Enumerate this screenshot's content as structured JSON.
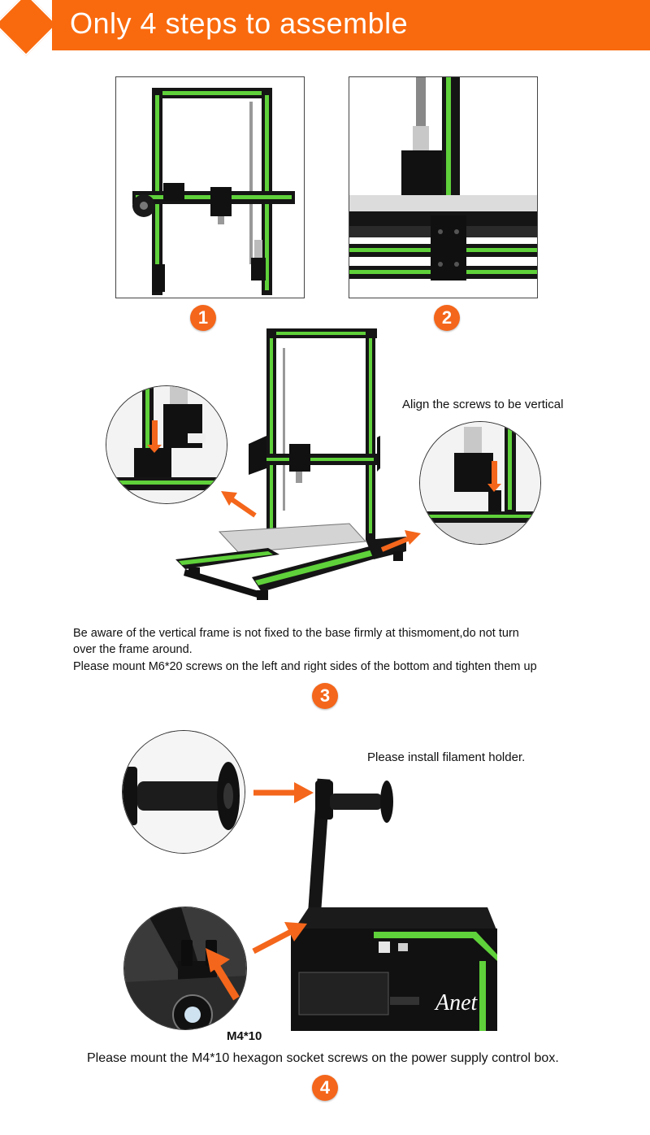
{
  "header": {
    "title": "Only 4 steps to assemble"
  },
  "steps": {
    "s1": {
      "badge": "1"
    },
    "s2": {
      "badge": "2"
    },
    "s3": {
      "badge": "3",
      "callout": "Align the screws to be vertical",
      "line1": "Be aware of the vertical frame is not fixed to the base firmly at thismoment,do not turn",
      "line2": "over the frame around.",
      "line3": "Please mount M6*20 screws on the left and right sides of the bottom and tighten them up"
    },
    "s4": {
      "badge": "4",
      "callout": "Please install filament holder.",
      "screw_label": "M4*10",
      "instruction": "Please mount the M4*10 hexagon socket screws on the power supply control box."
    }
  },
  "colors": {
    "accent": "#f96a0e",
    "frame_green": "#5fd13a",
    "frame_black": "#151515"
  }
}
